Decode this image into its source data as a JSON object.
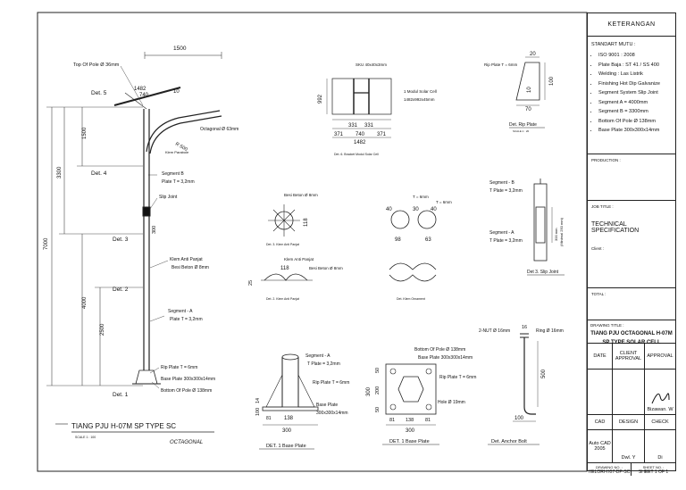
{
  "drawing": {
    "top_dim": "1500",
    "top_pole": "Top Of Pole Ø 36mm",
    "det5": "Det. 5",
    "d1482": "1482",
    "d740": "740",
    "d10": "10",
    "octagonal": "Octagonal Ø 63mm",
    "d1500v": "1500",
    "r500": "R 500",
    "klem": "Klem Parabole",
    "det4": "Det. 4",
    "segB": "Segment B",
    "plateT": "Plate T = 3,2mm",
    "slip": "Slip Joint",
    "det3": "Det. 3",
    "d300": "300",
    "d3300": "3300",
    "d7000": "7000",
    "klemAnti": "Klem Anti Panjat",
    "besi": "Besi Beton Ø 8mm",
    "det2": "Det. 2",
    "d4000": "4000",
    "d2500": "2500",
    "segA": "Segment - A",
    "plateA": "Plate T = 3,2mm",
    "rip": "Rip Plate T = 6mm",
    "base": "Base Plate 300x300x14mm",
    "bottom": "Bottom Of Pole Ø 138mm",
    "det1": "Det. 1",
    "title": "TIANG PJU H-07M SP TYPE SC",
    "scale": "SCALE  1 : 100",
    "octa": "OCTAGONAL",
    "det6_sku": "SKU 40x40x3mm",
    "det6_modul": "1 Modul Solar Cell",
    "det6_size": "1482x992x45mm",
    "d992": "992",
    "d331a": "331",
    "d331b": "331",
    "d371a": "371",
    "d740b": "740",
    "d371b": "371",
    "d1482b": "1482",
    "det6_label": "Det. 6. Bracket Modul Solar Cell",
    "rip_top": "Rip Plate T = 6mm",
    "r20": "20",
    "r10": "10",
    "r100": "100",
    "r70": "70",
    "det_rip": "Det. Rip Plate",
    "besi8": "Besi Beton Ø 8mm",
    "d118": "118",
    "det_klem1": "Det. 3. Klem Anti Panjat",
    "t6a": "T = 6mm",
    "t6b": "T = 6mm",
    "c40": "40",
    "c30": "30",
    "c40b": "40",
    "c98": "98",
    "c63": "63",
    "klem2": "Klem Anti Panjat",
    "d118b": "118",
    "besi8b": "Besi Beton Ø 8mm",
    "d25": "25",
    "det_klem2": "Det. 2. Klem Anti Panjat",
    "det_klemorn": "Det. Klem Ornament",
    "sj_segB": "Segment - B",
    "sj_plateB": "T Plate = 3,2mm",
    "sj_300": "300 mm",
    "sj_min": "(Minimal 250 mm)",
    "sj_segA": "Segment - A",
    "sj_plateA": "T Plate = 3,2mm",
    "det_slip": "Det 3. Slip Joint",
    "b1_segA": "Segment - A",
    "b1_plate": "T Plate = 3,2mm",
    "b1_rip": "Rip Plate T = 6mm",
    "b1_base": "Base Plate",
    "b1_size": "300x300x14mm",
    "b1_14": "14",
    "b1_100": "100",
    "b1_138": "138",
    "b1_81": "81",
    "b1_300": "300",
    "det1_base": "DET. 1 Base Plate",
    "b2_bottom": "Bottom Of Pole Ø 138mm",
    "b2_base": "Base Plate 300x300x14mm",
    "b2_rip": "Rip Plate T = 6mm",
    "b2_hole": "Hole Ø 19mm",
    "b2_50a": "50",
    "b2_200": "200",
    "b2_50b": "50",
    "b2_300v": "300",
    "b2_81a": "81",
    "b2_138": "138",
    "b2_81b": "81",
    "b2_300": "300",
    "det1_base2": "DET. 1 Base Plate",
    "ab_nut": "2-NUT Ø 16mm",
    "ab_16": "16",
    "ab_ring": "Ring Ø 16mm",
    "ab_500": "500",
    "ab_100": "100",
    "det_anchor": "Det. Anchor Bolt",
    "scale_small": "SCALE  1 : 20"
  },
  "titleblock": {
    "keterangan": "KETERANGAN",
    "standart": "STANDART MUTU :",
    "items": [
      "ISO 9001 : 2008",
      "Plate Baja : ST 41 / SS 400",
      "Welding : Las Listrik",
      "Finishing Hot Dip Galvanize",
      "Segment System Slip Joint",
      "Segment A = 4000mm",
      "Segment B = 3300mm",
      "Bottom Of Pole Ø 138mm",
      "Base Plate 300x300x14mm"
    ],
    "production": "PRODUCTION :",
    "jobtitle_label": "JOB TITLE :",
    "jobtitle": "TECHNICAL SPECIFICATION",
    "client": "Client :",
    "total": "TOTAL :",
    "drawing_title_label": "DRAWING TITLE :",
    "drawing_title": "TIANG PJU OCTAGONAL H-07M SP TYPE SOLAR CELL",
    "date": "DATE",
    "client_approval": "CLIENT APPROVAL",
    "approval": "APPROVAL",
    "signer": "Bizawan. W",
    "cad": "CAD",
    "design": "DESIGN",
    "check": "CHECK",
    "autocad": "Auto CAD 2005",
    "dwl": "Dwl. Y",
    "di": "Di",
    "drawing_no_label": "DRAWING NO. :",
    "sheet_no_label": "SHEET NO. :",
    "drawing_no": "HELORI-H07-DP-SC",
    "sheet": "SHEET 1 OF 1"
  }
}
